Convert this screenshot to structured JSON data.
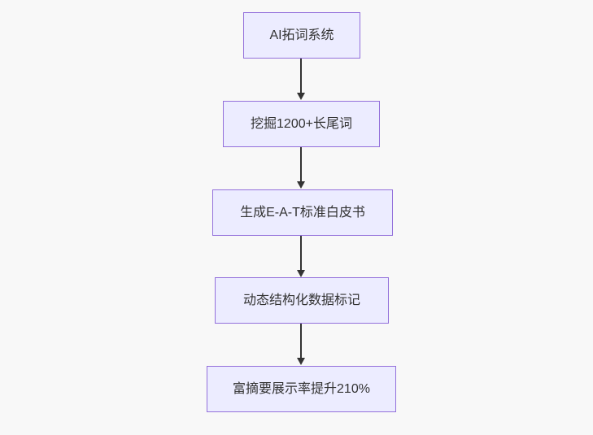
{
  "page": {
    "background_color": "#f8f8f8"
  },
  "chart_data": {
    "type": "flowchart",
    "direction": "top-down",
    "nodes": [
      {
        "id": "A",
        "label": "AI拓词系统"
      },
      {
        "id": "B",
        "label": "挖掘1200+长尾词"
      },
      {
        "id": "C",
        "label": "生成E-A-T标准白皮书"
      },
      {
        "id": "D",
        "label": "动态结构化数据标记"
      },
      {
        "id": "E",
        "label": "富摘要展示率提升210%"
      }
    ],
    "edges": [
      {
        "from": "A",
        "to": "B"
      },
      {
        "from": "B",
        "to": "C"
      },
      {
        "from": "C",
        "to": "D"
      },
      {
        "from": "D",
        "to": "E"
      }
    ],
    "style": {
      "node_fill": "#ECECFF",
      "node_border": "#9370DB",
      "node_text_color": "#333333",
      "arrow_color": "#333333"
    }
  },
  "flowchart": {
    "nodes": [
      {
        "label": "AI拓词系统"
      },
      {
        "label": "挖掘1200+长尾词"
      },
      {
        "label": "生成E-A-T标准白皮书"
      },
      {
        "label": "动态结构化数据标记"
      },
      {
        "label": "富摘要展示率提升210%"
      }
    ]
  }
}
